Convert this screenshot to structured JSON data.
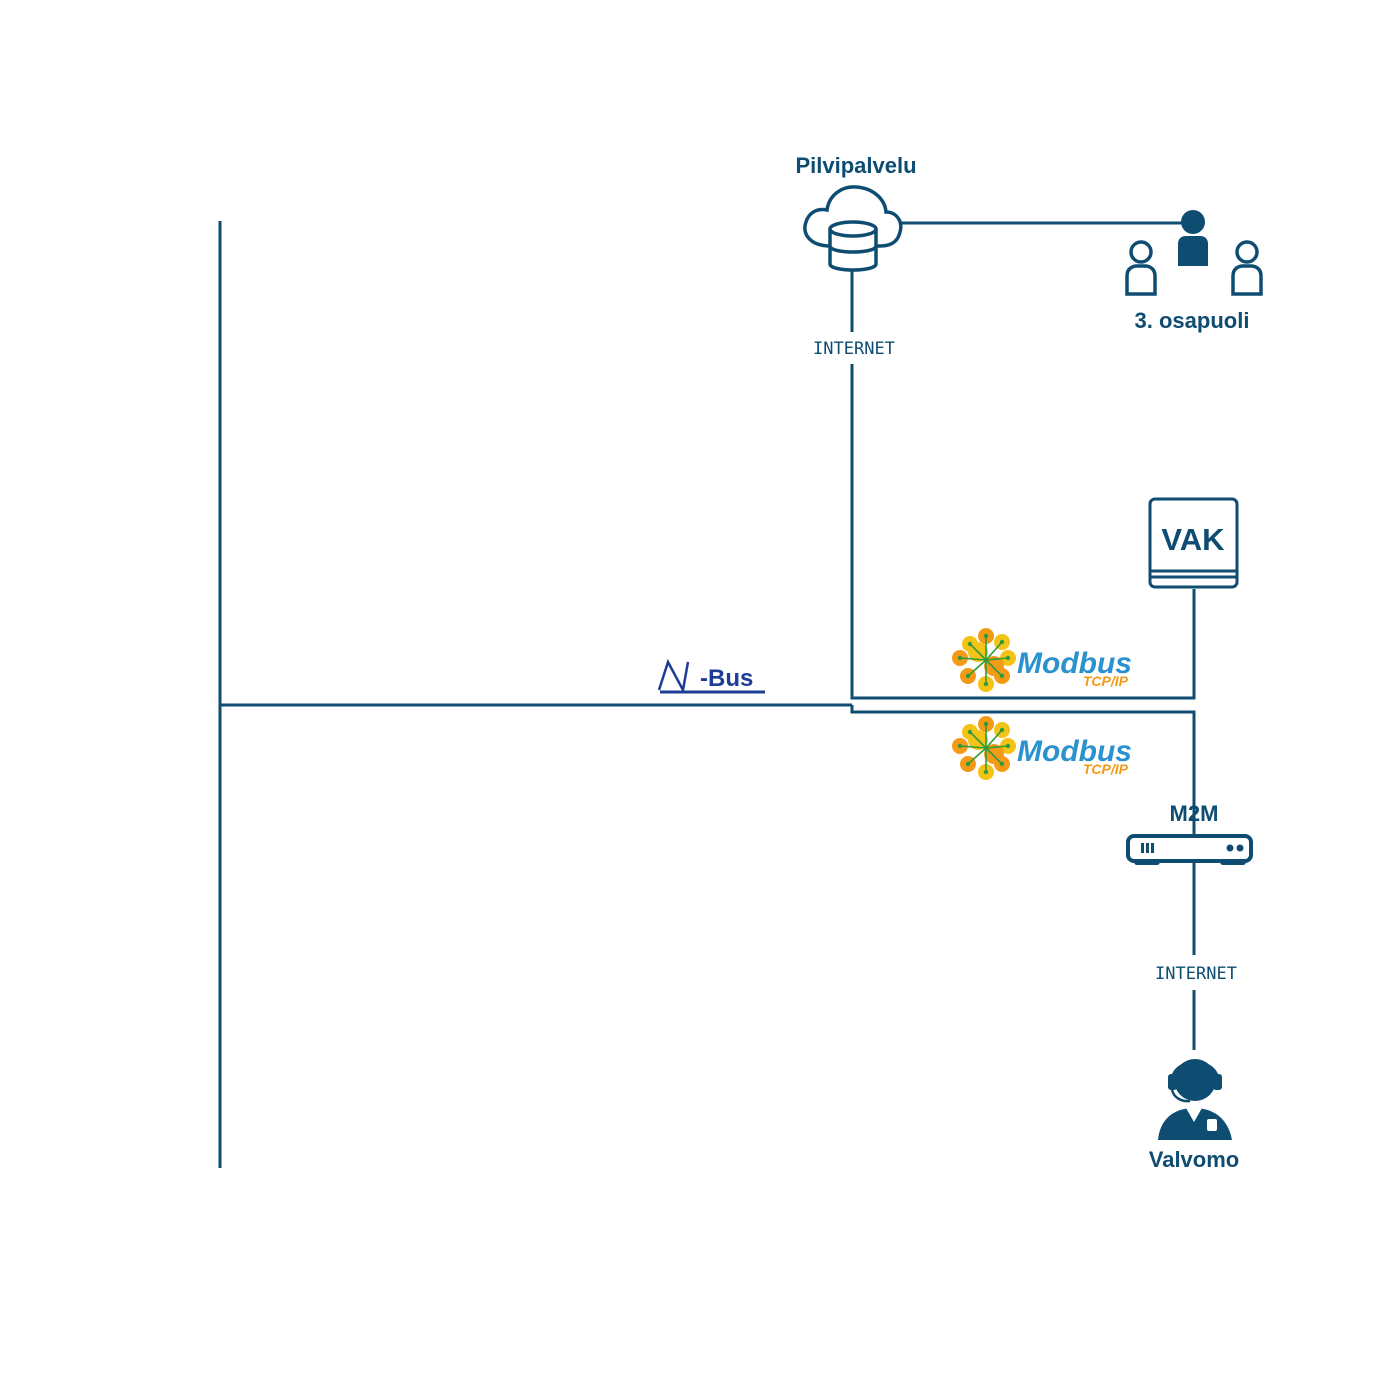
{
  "colors": {
    "primary": "#0f4c72",
    "modbus_blue": "#2a92cf",
    "modbus_orange": "#f59a16",
    "modbus_yellow": "#f5c316",
    "modbus_green": "#2e9b3a",
    "mbus_blue": "#1c3c96",
    "background": "#ffffff"
  },
  "nodes": {
    "cloud": {
      "label": "Pilvipalvelu",
      "icon": "cloud-database-icon"
    },
    "third_party": {
      "label": "3. osapuoli",
      "icon": "users-group-icon"
    },
    "vak": {
      "label": "VAK",
      "icon": "vak-device-icon"
    },
    "m2m": {
      "label": "M2M",
      "icon": "router-icon"
    },
    "control_room": {
      "label": "Valvomo",
      "icon": "operator-headset-icon"
    }
  },
  "links": {
    "internet_top": "INTERNET",
    "internet_bottom": "INTERNET"
  },
  "protocols": {
    "mbus": {
      "text": "-Bus",
      "icon": "mbus-logo-icon"
    },
    "modbus_top": {
      "name": "Modbus",
      "sub": "TCP/IP",
      "icon": "modbus-logo-icon"
    },
    "modbus_bottom": {
      "name": "Modbus",
      "sub": "TCP/IP",
      "icon": "modbus-logo-icon"
    }
  }
}
